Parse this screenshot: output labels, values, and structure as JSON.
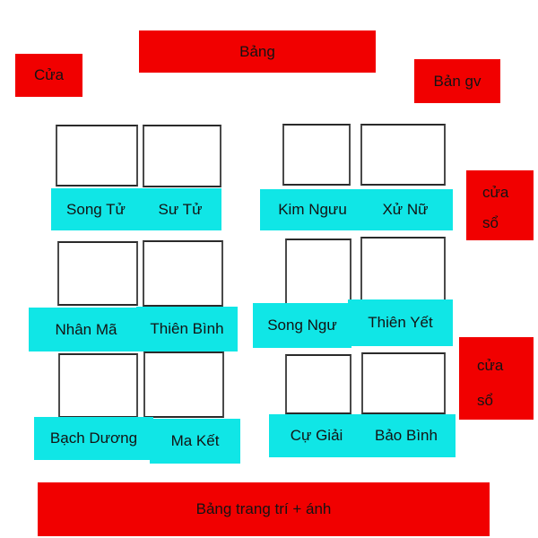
{
  "diagram": {
    "board_label": "Bảng",
    "door_label": "Cửa",
    "teacher_desk_label": "Bản gv",
    "decor_board_label": "Bảng trang trí + ánh",
    "windows": [
      {
        "line1": "cửa",
        "line2": "sổ"
      },
      {
        "line1": "cửa",
        "line2": "sổ"
      }
    ]
  },
  "seats": [
    {
      "label": "Song Tử"
    },
    {
      "label": "Sư Tử"
    },
    {
      "label": "Kim Ngưu"
    },
    {
      "label": "Xử Nữ"
    },
    {
      "label": "Nhân Mã"
    },
    {
      "label": "Thiên Bình"
    },
    {
      "label": "Song Ngư"
    },
    {
      "label": "Thiên Yết"
    },
    {
      "label": "Bạch Dương"
    },
    {
      "label": "Ma Kết"
    },
    {
      "label": "Cự Giải"
    },
    {
      "label": "Bảo Bình"
    }
  ],
  "colors": {
    "red": "#f10000",
    "cyan": "#10e6e6",
    "desk_border": "#2a2a2a",
    "text": "#131313"
  }
}
